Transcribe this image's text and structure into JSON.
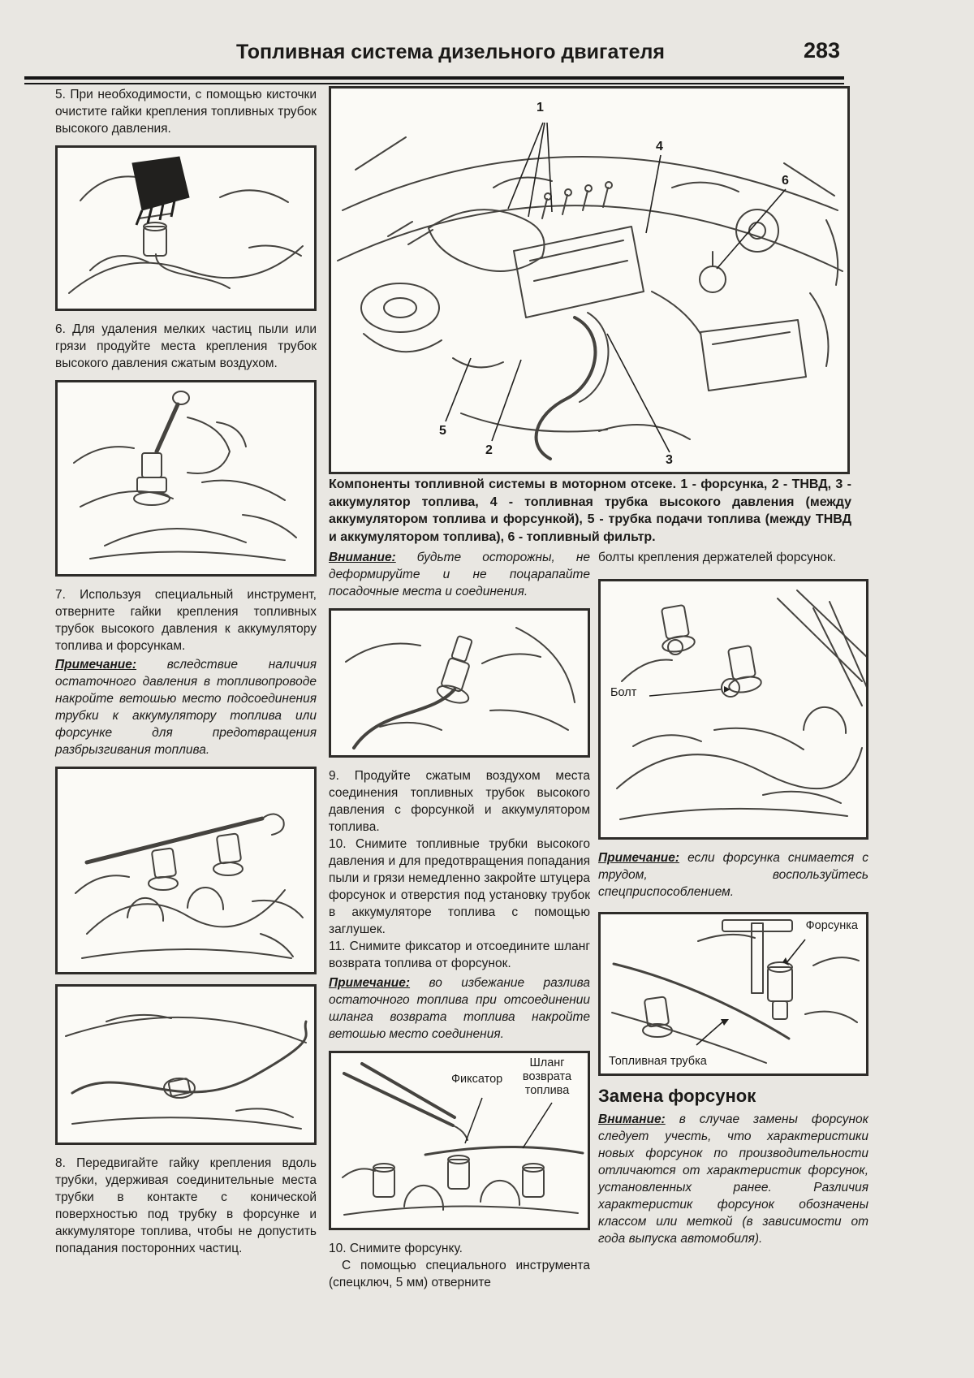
{
  "page": {
    "header_title": "Топливная система дизельного двигателя",
    "page_number": "283"
  },
  "left_column": {
    "step5": "5. При необходимости, с помощью кисточки очистите гайки крепления топливных трубок высокого давления.",
    "step6": "6. Для удаления мелких частиц пыли или грязи продуйте места крепления трубок высокого давления сжатым воздухом.",
    "step7": "7. Используя специальный инструмент, отверните гайки крепления топливных трубок высокого давления к аккумулятору топлива и форсункам.",
    "note7_label": "Примечание:",
    "note7_text": " вследствие наличия остаточного давления в топливопроводе накройте ветошью место подсоединения трубки к аккумулятору топлива или форсунке для предотвращения разбрызгивания топлива.",
    "step8": "8. Передвигайте гайку крепления вдоль трубки, удерживая соединительные места трубки в контакте с конической поверхностью под трубку в форсунке и аккумуляторе топлива, чтобы не допустить попадания посторонних частиц."
  },
  "figure_main": {
    "caption": "Компоненты топливной системы в моторном отсеке. 1 - форсунка, 2 - ТНВД, 3 - аккумулятор топлива, 4 - топливная трубка высокого давления (между аккумулятором топлива и форсункой), 5 - трубка подачи топлива (между ТНВД и аккумулятором топлива), 6 - топливный фильтр.",
    "callouts": [
      "1",
      "2",
      "3",
      "4",
      "5",
      "6"
    ]
  },
  "middle_column": {
    "warning1_label": "Внимание:",
    "warning1_text": " будьте осторожны, не деформируйте и не поцарапайте посадочные места и соединения.",
    "step9": "9. Продуйте сжатым воздухом места соединения топливных трубок высокого давления с форсункой и аккумулятором топлива.",
    "step10": "10. Снимите топливные трубки высокого давления и для предотвращения попадания пыли и грязи немедленно закройте штуцера форсунок и отверстия под установку трубок в аккумуляторе топлива с помощью заглушек.",
    "step11": "11. Снимите фиксатор и отсоедините шланг возврата топлива от форсунок.",
    "note11_label": "Примечание:",
    "note11_text": " во избежание разлива остаточного топлива при отсоединении шланга возврата топлива накройте ветошью место соединения.",
    "fig_label_fixator": "Фиксатор",
    "fig_label_hose": "Шланг возврата топлива",
    "step10b_line1": "10. Снимите форсунку.",
    "step10b_line2": "С помощью специального инструмента (спецключ, 5 мм) отверните"
  },
  "right_column": {
    "continuation": "болты крепления держателей форсунок.",
    "fig_label_bolt": "Болт",
    "note_label": "Примечание:",
    "note_text": " если форсунка снимается с трудом, воспользуйтесь спецприспособлением.",
    "fig_label_injector": "Форсунка",
    "fig_label_tube": "Топливная трубка",
    "section_heading": "Замена форсунок",
    "warning_label": "Внимание:",
    "warning_text": " в случае замены форсунок следует учесть, что характеристики новых форсунок по производительности отличаются от характеристик форсунок, установленных ранее. Различия характеристик форсунок обозначены классом или меткой (в зависимости от года выпуска автомобиля)."
  }
}
